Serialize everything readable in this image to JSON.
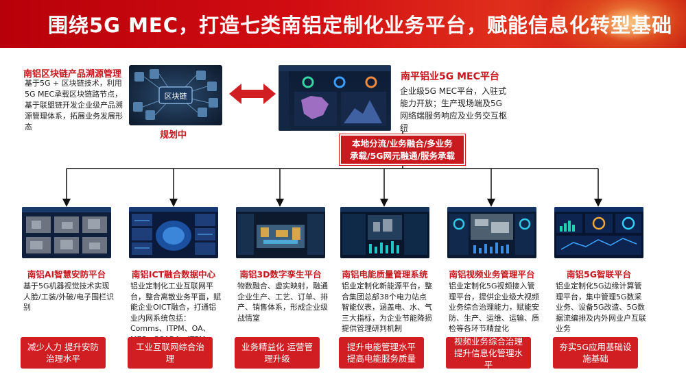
{
  "header": {
    "title": "围绕5G MEC，打造七类南铝定制化业务平台，赋能信息化转型基础"
  },
  "blockchain": {
    "title": "南铝区块链产品溯源管理",
    "description": "基于5G + 区块链技术，利用5G MEC承载区块链路节点，基于联盟链开发企业级产品溯源管理体系，拓展业务发展形态",
    "image_label": "区块链",
    "status": "规划中"
  },
  "mec": {
    "title": "南平铝业5G MEC平台",
    "description": "企业级5G MEC平台，入驻式能力开放；生产现场端及5G网络端服务响应及业务交互枢纽"
  },
  "capabilities": {
    "line1": "本地分流/业务融合/多业务",
    "line2": "承载/5G网元融通/服务承载"
  },
  "platforms": [
    {
      "title": "南铝AI智慧安防平台",
      "description": "基于5G机器视觉技术实现人脸/工装/外破/电子围栏识别",
      "benefit": "减少人力 提升安防治理水平"
    },
    {
      "title": "南铝ICT融合数据中心",
      "description": "铝业定制化工业互联网平台，整合离散业务平面，赋能企业OICT融合，打通铝业内网系统包括：Comms、ITPM、OA、MES、SCADA、ITPM",
      "benefit": "工业互联网综合治理"
    },
    {
      "title": "南铝3D数字孪生平台",
      "description": "物数融合、虚实映射，融通企业生产、工艺、订单、排产、销售体系，形成企业级战情室",
      "benefit": "业务精益化 运营管理升级"
    },
    {
      "title": "南铝电能质量管理系统",
      "description": "铝业定制化新能源平台，整合集团总部38个电力站点智能仪表，涵盖电、水、气三大指标，为企业节能降损提供管理研判机制",
      "benefit": "提升电能管理水平 提高电能服务质量"
    },
    {
      "title": "南铝视频业务管理平台",
      "description": "铝业定制化5G视频接入管理平台，提供企业级大视频业务综合治理能力，赋能安防、生产、运维、运输、质检等各环节精益化",
      "benefit": "视频业务综合治理 提升信息化管理水平"
    },
    {
      "title": "南铝5G智联平台",
      "description": "铝业定制化5G边缘计算管理平台，集中管理5G数采业务、设备5G改造、5G数据流编排及内外网业户互联业务",
      "benefit": "夯实5G应用基础设施基础"
    }
  ],
  "colors": {
    "brand_red": "#c8161d",
    "button_red": "#d01e22",
    "dark_screen": "#0e1d36"
  }
}
